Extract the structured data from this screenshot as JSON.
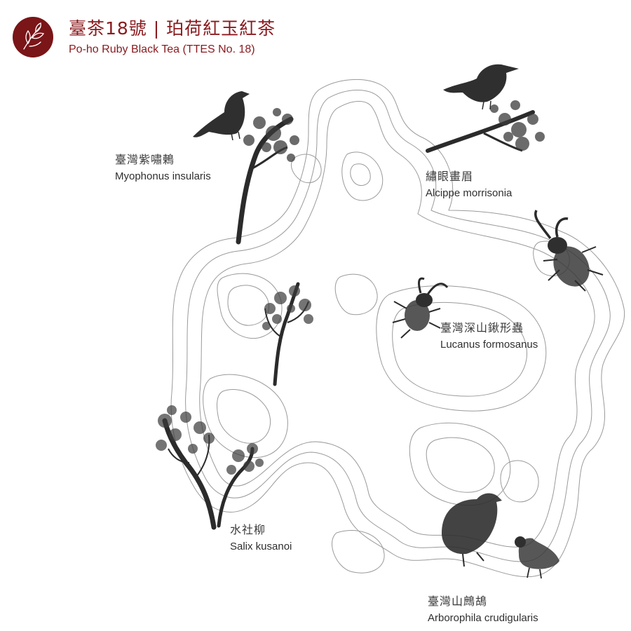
{
  "header": {
    "title_zh": "臺茶18號 | 珀荷紅玉紅茶",
    "title_en": "Po-ho Ruby Black Tea (TTES No. 18)",
    "brand_color": "#7a1518",
    "logo_icon": "tea-leaf-icon"
  },
  "species": [
    {
      "zh": "臺灣紫嘯鶇",
      "sci": "Myophonus insularis",
      "icon": "bird-on-branch-icon"
    },
    {
      "zh": "繡眼畫眉",
      "sci": "Alcippe morrisonia",
      "icon": "bird-on-branch-icon"
    },
    {
      "zh": "臺灣深山鍬形蟲",
      "sci": "Lucanus formosanus",
      "icon": "stag-beetle-icon"
    },
    {
      "zh": "水社柳",
      "sci": "Salix kusanoi",
      "icon": "willow-tree-icon"
    },
    {
      "zh": "臺灣山鷓鴣",
      "sci": "Arborophila crudigularis",
      "icon": "partridge-icon"
    }
  ],
  "colors": {
    "ink": "#2b2b2b",
    "contour": "#9a9a9a"
  }
}
